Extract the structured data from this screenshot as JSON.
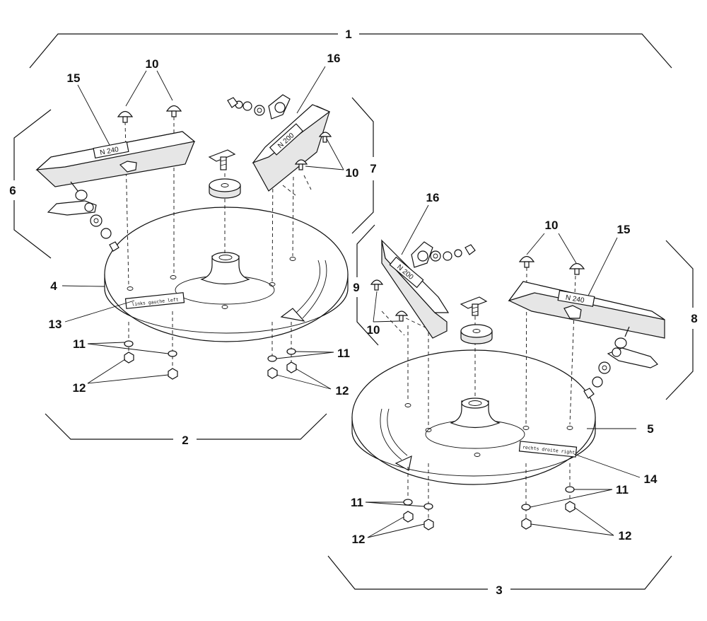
{
  "callouts": {
    "n1": "1",
    "n2": "2",
    "n3": "3",
    "n4": "4",
    "n5": "5",
    "n6": "6",
    "n7": "7",
    "n8": "8",
    "n9": "9",
    "n10": "10",
    "n11": "11",
    "n12": "12",
    "n13": "13",
    "n14": "14",
    "n15": "15",
    "n16": "16"
  },
  "decals": {
    "left_disc": "links gauche left",
    "right_disc": "rechts droite right",
    "plate_240": "N 240",
    "plate_200": "N 200"
  }
}
